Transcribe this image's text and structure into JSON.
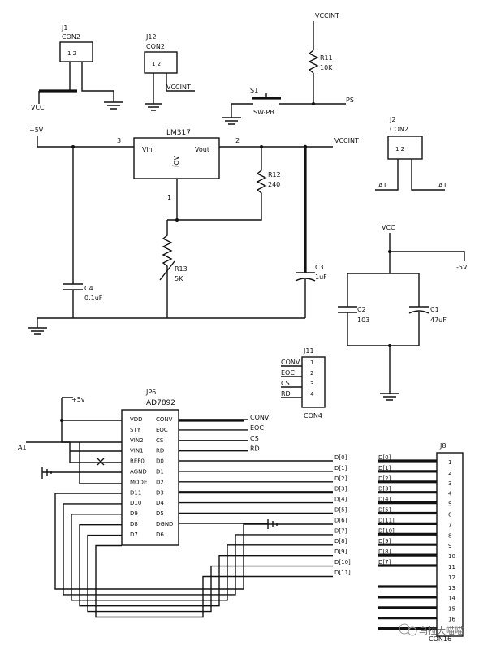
{
  "power_labels": {
    "vcc": "VCC",
    "vccint": "VCCINT",
    "plus5v": "+5V",
    "minus5v": "-5V",
    "plus5v_short": "+5v"
  },
  "connectors": {
    "j1": {
      "ref": "J1",
      "type": "CON2"
    },
    "j12": {
      "ref": "J12",
      "type": "CON2"
    },
    "j2": {
      "ref": "J2",
      "type": "CON2"
    },
    "j11": {
      "ref": "J11",
      "type": "CON4",
      "signals": [
        "CONV",
        "EOC",
        "CS",
        "RD"
      ],
      "pins": [
        "1",
        "2",
        "3",
        "4"
      ]
    },
    "j8": {
      "ref": "J8",
      "type": "CON16"
    }
  },
  "switch": {
    "ref": "S1",
    "type": "SW-PB",
    "net": "PS"
  },
  "resistors": {
    "r11": {
      "ref": "R11",
      "value": "10K"
    },
    "r12": {
      "ref": "R12",
      "value": "240"
    },
    "r13": {
      "ref": "R13",
      "value": "5K"
    }
  },
  "regulator": {
    "ref": "LM317",
    "vin": "Vin",
    "vout": "Vout",
    "adj": "ADJ",
    "pin_in": "3",
    "pin_out": "2",
    "pin_adj": "1"
  },
  "capacitors": {
    "c4": {
      "ref": "C4",
      "value": "0.1uF"
    },
    "c3": {
      "ref": "C3",
      "value": "1uF"
    },
    "c2": {
      "ref": "C2",
      "value": "103"
    },
    "c1": {
      "ref": "C1",
      "value": "47uF"
    }
  },
  "nets": {
    "a1": "A1"
  },
  "adc": {
    "ref": "JP6",
    "part": "AD7892",
    "left_pins": [
      "VDD",
      "STY",
      "VIN2",
      "VIN1",
      "REF0",
      "AGND",
      "MODE",
      "D11",
      "D10",
      "D9",
      "D8",
      "D7"
    ],
    "right_pins": [
      "CONV",
      "EOC",
      "CS",
      "RD",
      "D0",
      "D1",
      "D2",
      "D3",
      "D4",
      "D5",
      "DGND",
      "D6"
    ]
  },
  "ctrl_nets": [
    "CONV",
    "EOC",
    "CS",
    "RD"
  ],
  "bus_left": [
    "D[0]",
    "D[1]",
    "D[2]",
    "D[3]",
    "D[4]",
    "D[5]",
    "D[6]",
    "D[7]",
    "D[8]",
    "D[9]",
    "D[10]",
    "D[11]"
  ],
  "bus_right": [
    "D[0]",
    "D[1]",
    "D[2]",
    "D[3]",
    "D[4]",
    "D[5]",
    "D[11]",
    "D[10]",
    "D[9]",
    "D[8]",
    "D[7]"
  ],
  "j8_pins": [
    "1",
    "2",
    "3",
    "4",
    "5",
    "6",
    "7",
    "8",
    "9",
    "10",
    "11",
    "12",
    "13",
    "14",
    "15",
    "16"
  ],
  "watermark": "乌拉大喵喵"
}
